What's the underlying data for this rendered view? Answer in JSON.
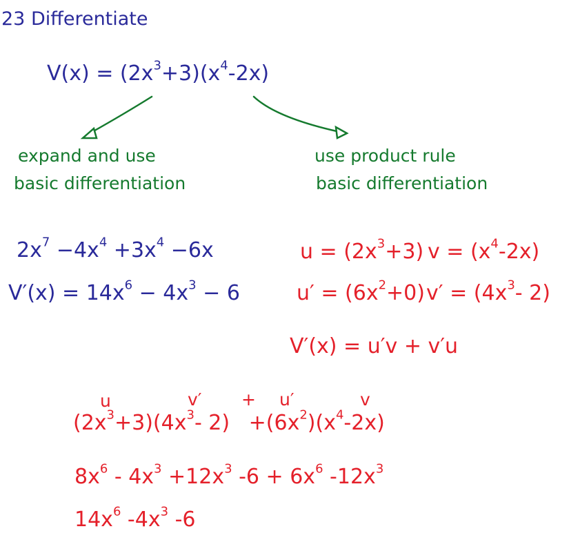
{
  "heading": "23 Differentiate",
  "function": {
    "prefix": "V(x) = (2x",
    "e1": "3",
    "mid": "+3)(x",
    "e2": "4",
    "suffix": "-2x)"
  },
  "left": {
    "label_line1": "expand and use",
    "label_line2": "basic differentiation",
    "expand": {
      "a": "2x",
      "e1": "7",
      "b": " −4x",
      "e2": "4",
      "c": " +3x",
      "e3": "4",
      "d": " −6x"
    },
    "result": {
      "a": "V′(x) = 14x",
      "e1": "6",
      "b": " − 4x",
      "e2": "3",
      "c": " − 6"
    }
  },
  "right": {
    "label_line1": "use product rule",
    "label_line2": "basic differentiation",
    "u": {
      "a": "u = (2x",
      "e1": "3",
      "b": "+3)"
    },
    "v": {
      "a": "v = (x",
      "e1": "4",
      "b": "-2x)"
    },
    "u_prime": {
      "a": "u′ = (6x",
      "e1": "2",
      "b": "+0)"
    },
    "v_prime": {
      "a": "v′ = (4x",
      "e1": "3",
      "b": "- 2)"
    },
    "rule": "V′(x) = u′v + v′u"
  },
  "bottom": {
    "labels": {
      "u": "u",
      "v_prime": "v′",
      "plus": "+",
      "u_prime": "u′",
      "v": "v"
    },
    "product": {
      "a": "(2x",
      "e1": "3",
      "b": "+3)(4x",
      "e2": "3",
      "c": "- 2)",
      "d": "+(6x",
      "e3": "2",
      "e": ")(x",
      "e4": "4",
      "f": "-2x)"
    },
    "expanded": {
      "a": "8x",
      "e1": "6",
      "b": " - 4x",
      "e2": "3",
      "c": " +12x",
      "e3": "3",
      "d": " -6 + 6x",
      "e4": "6",
      "e": " -12x",
      "e5": "3"
    },
    "final": {
      "a": "14x",
      "e1": "6",
      "b": " -4x",
      "e2": "3",
      "c": " -6"
    }
  },
  "colors": {
    "blue": "#2a2a9a",
    "green": "#157a2e",
    "red": "#e4202a"
  }
}
